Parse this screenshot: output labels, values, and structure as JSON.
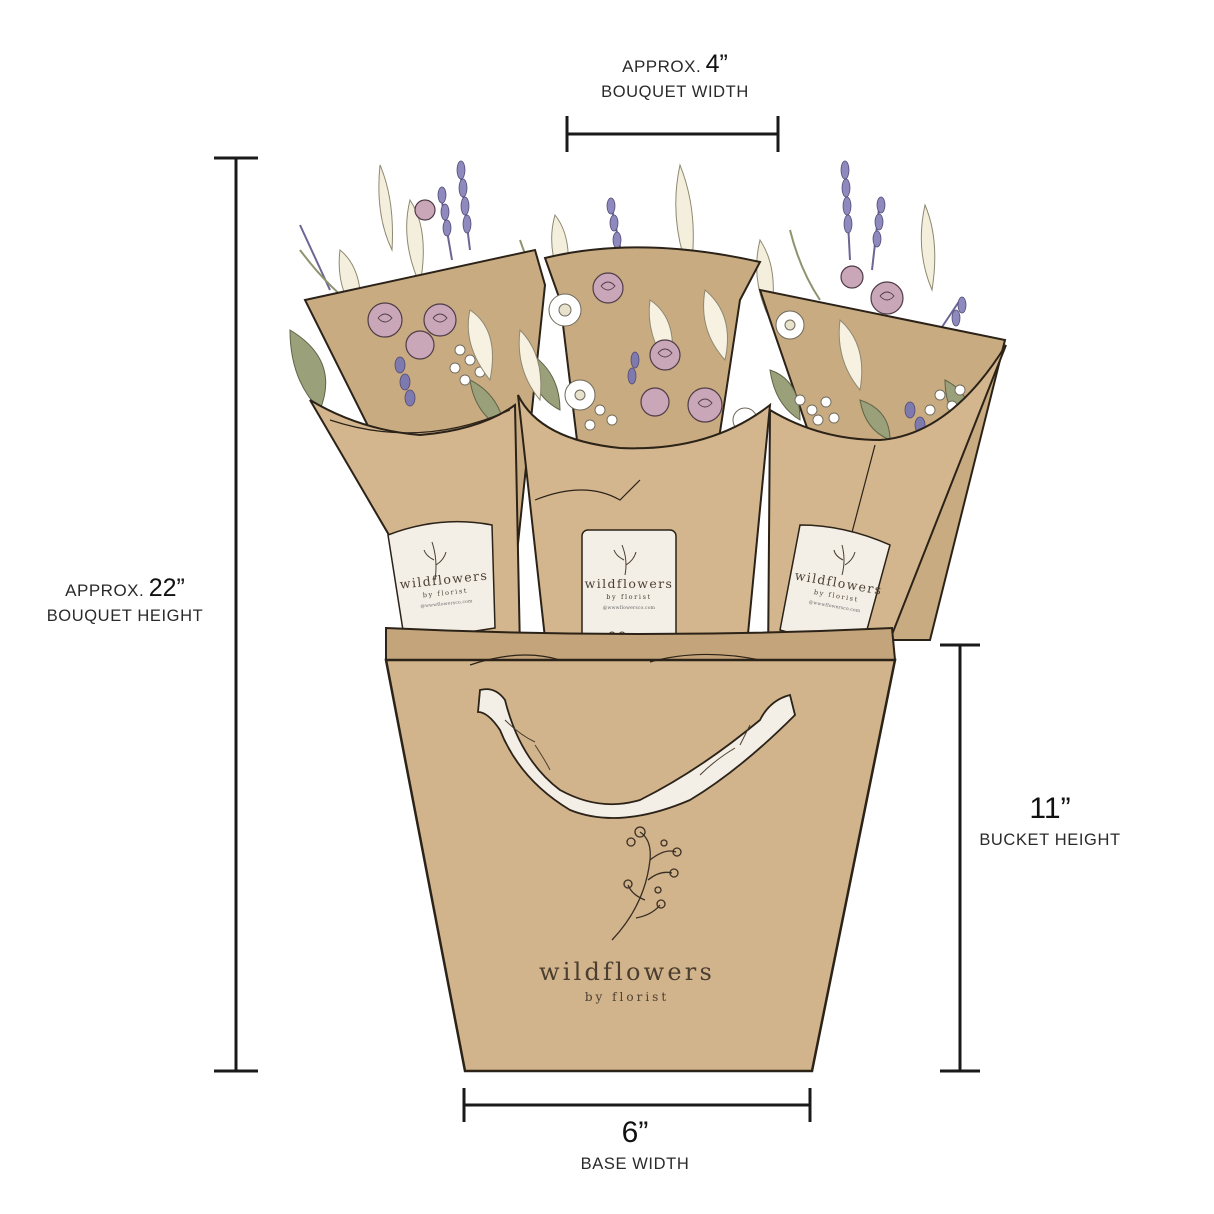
{
  "dimensions": {
    "bouquet_width": {
      "prefix": "APPROX.",
      "value": "4”",
      "label": "BOUQUET WIDTH"
    },
    "bouquet_height": {
      "prefix": "APPROX.",
      "value": "22”",
      "label": "BOUQUET HEIGHT"
    },
    "bucket_height": {
      "value": "11”",
      "label": "BUCKET HEIGHT"
    },
    "base_width": {
      "value": "6”",
      "label": "BASE WIDTH"
    }
  },
  "brand": {
    "name": "wildflowers",
    "byline": "by florist"
  },
  "tag": {
    "contact_line": "@wwwflowersco.com"
  },
  "colors": {
    "kraft": "#d2b48c",
    "kraft_shadow": "#c4a47a",
    "outline": "#2b2218",
    "label_card": "#f3eee6",
    "lavender": "#7f7aae",
    "rose": "#c9a6b8",
    "foliage": "#8e9470",
    "cream": "#f4efdc"
  }
}
